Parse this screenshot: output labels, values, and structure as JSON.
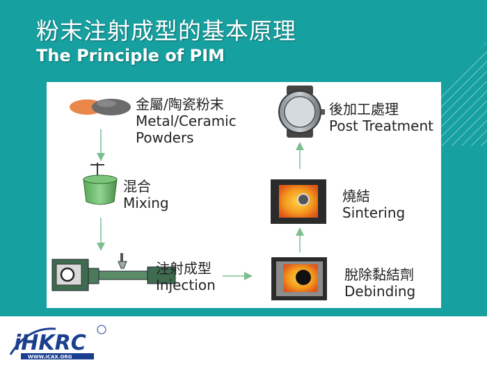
{
  "header": {
    "title_zh": "粉末注射成型的基本原理",
    "title_en": "The Principle of PIM"
  },
  "steps": {
    "powders": {
      "zh": "金屬/陶瓷粉末",
      "en1": "Metal/Ceramic",
      "en2": "Powders"
    },
    "mixing": {
      "zh": "混合",
      "en": "Mixing"
    },
    "injection": {
      "zh": "注射成型",
      "en": "Injection"
    },
    "debinding": {
      "zh": "脫除黏結劑",
      "en": "Debinding"
    },
    "sintering": {
      "zh": "燒結",
      "en": "Sintering"
    },
    "post": {
      "zh": "後加工處理",
      "en": "Post Treatment"
    }
  },
  "footer": {
    "logo_text": "iHKRC",
    "logo_url_text": "WWW.ICAX.ORG"
  },
  "colors": {
    "background_teal": "#17a0a0",
    "arrow_green": "#7bbf8f",
    "furnace_dark": "#2b2b2b",
    "fire_orange": "#f08a1e"
  }
}
